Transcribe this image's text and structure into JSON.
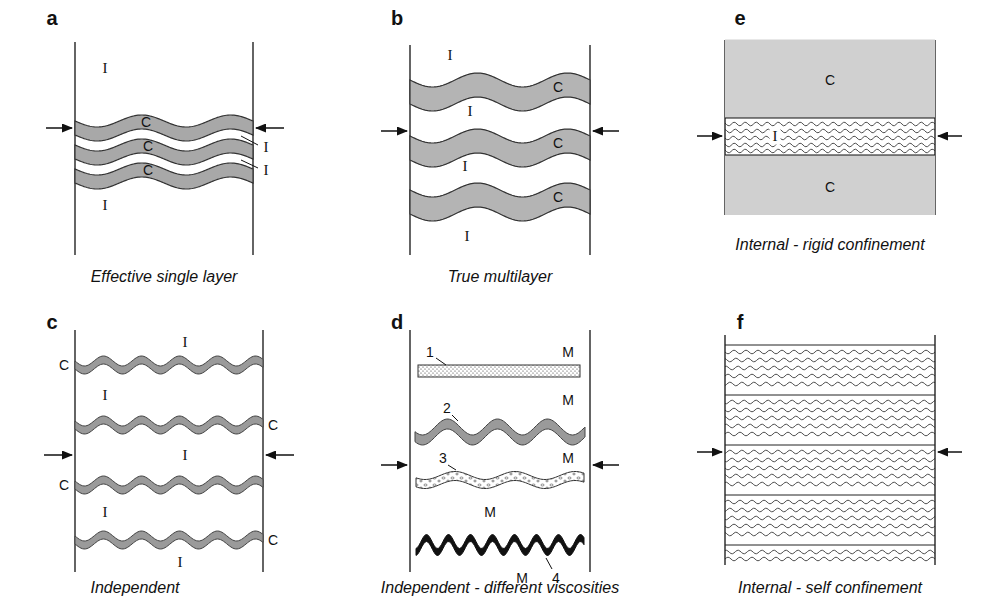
{
  "diagram": {
    "labels": [
      "a",
      "I",
      "C",
      "I",
      "C",
      "I",
      "C",
      "I",
      "Effective single layer",
      "b",
      "I",
      "C",
      "I",
      "C",
      "I",
      "C",
      "I",
      "True multilayer",
      "e",
      "C",
      "I",
      "C",
      "Internal - rigid confinement",
      "c",
      "C",
      "I",
      "I",
      "C",
      "I",
      "C",
      "I",
      "C",
      "I",
      "Independent",
      "d",
      "1",
      "M",
      "2",
      "M",
      "3",
      "M",
      "M",
      "M",
      "4",
      "Independent - different viscosities",
      "f",
      "Internal - self confinement"
    ]
  }
}
